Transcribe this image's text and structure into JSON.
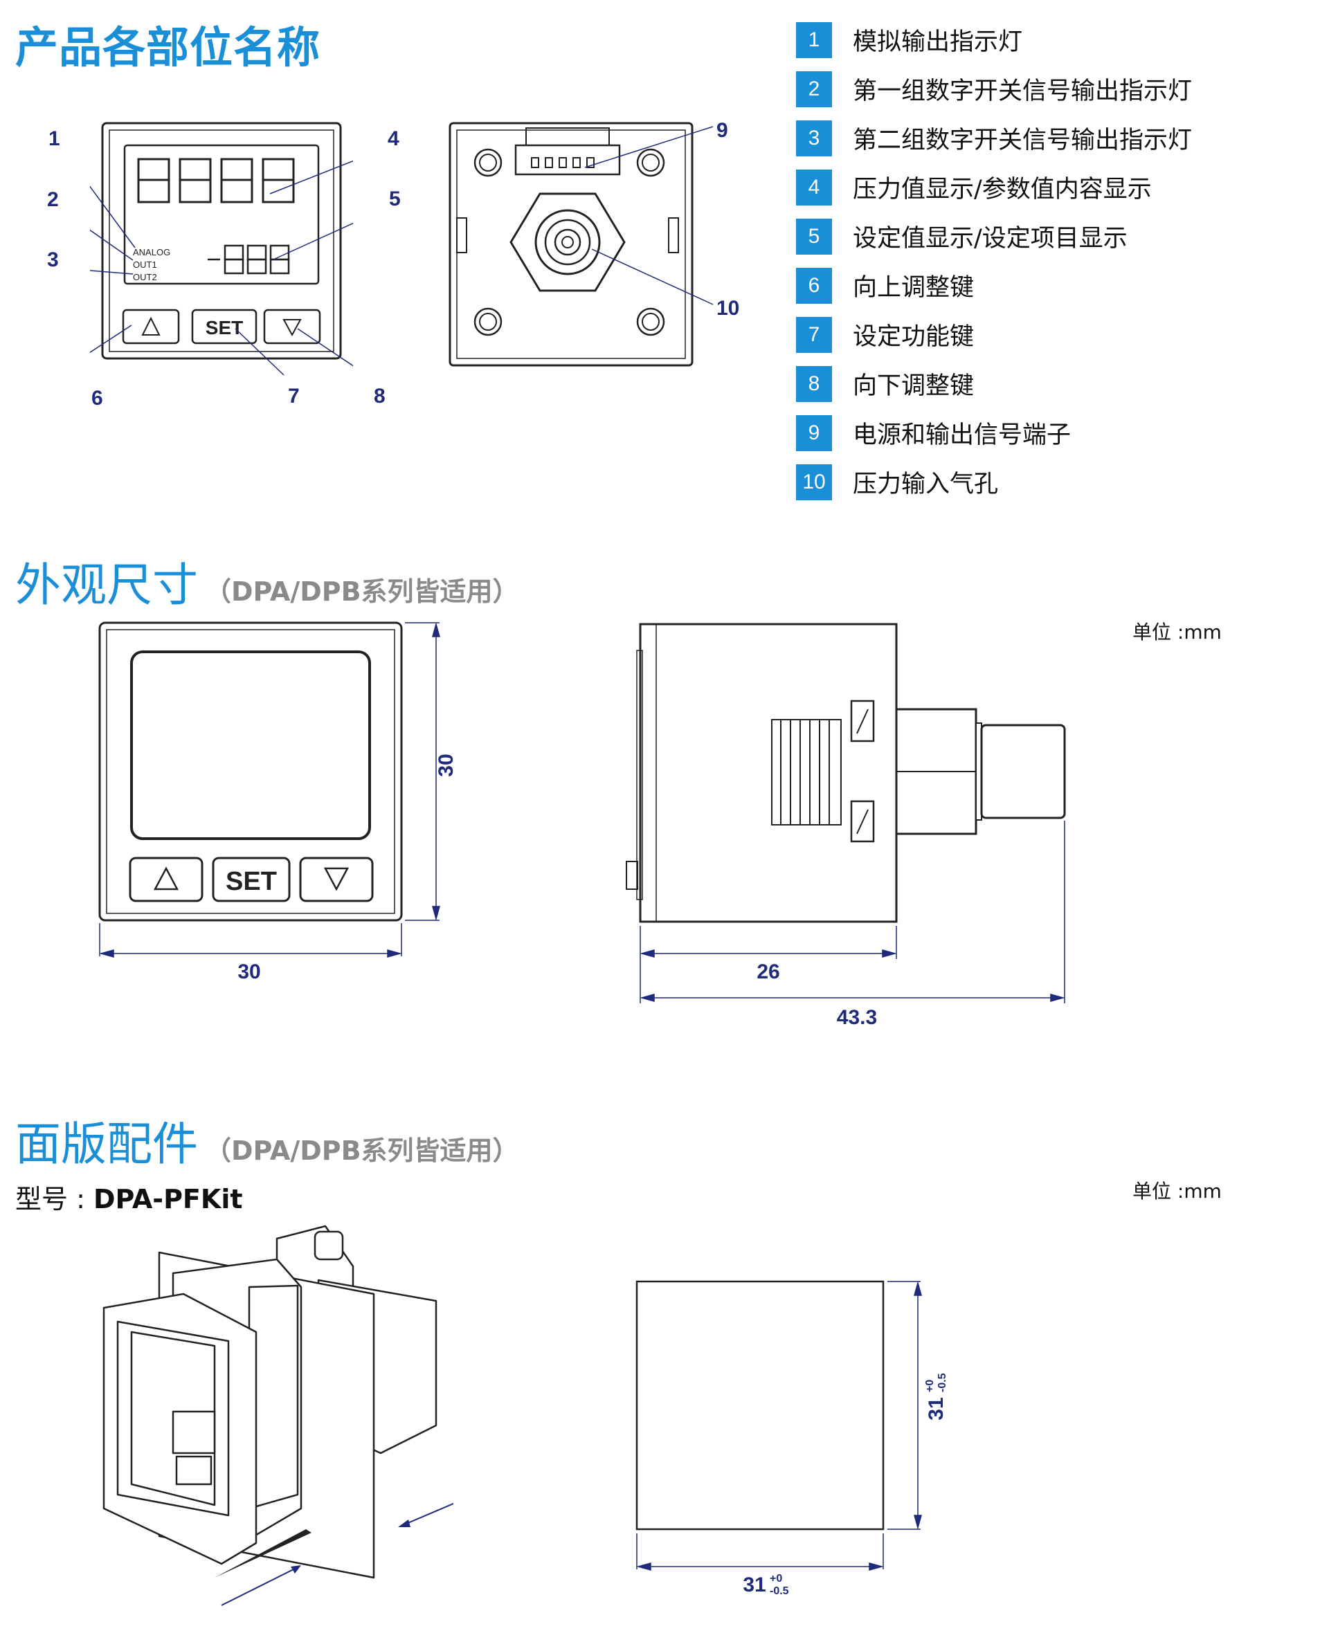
{
  "section1": {
    "title": "产品各部位名称",
    "callouts": [
      "1",
      "2",
      "3",
      "4",
      "5",
      "6",
      "7",
      "8",
      "9",
      "10"
    ],
    "indicators": [
      "ANALOG",
      "OUT1",
      "OUT2"
    ],
    "button_set": "SET",
    "legend": [
      {
        "num": "1",
        "label": "模拟输出指示灯"
      },
      {
        "num": "2",
        "label": "第一组数字开关信号输出指示灯"
      },
      {
        "num": "3",
        "label": "第二组数字开关信号输出指示灯"
      },
      {
        "num": "4",
        "label": "压力值显示/参数值内容显示"
      },
      {
        "num": "5",
        "label": "设定值显示/设定项目显示"
      },
      {
        "num": "6",
        "label": "向上调整键"
      },
      {
        "num": "7",
        "label": "设定功能键"
      },
      {
        "num": "8",
        "label": "向下调整键"
      },
      {
        "num": "9",
        "label": "电源和输出信号端子"
      },
      {
        "num": "10",
        "label": "压力输入气孔"
      }
    ]
  },
  "section2": {
    "title": "外观尺寸",
    "subtitle": "（DPA/DPB系列皆适用）",
    "unit": "单位 :mm",
    "button_set": "SET",
    "dims": {
      "height": "30",
      "width": "30",
      "depth_body": "26",
      "depth_total": "43.3"
    }
  },
  "section3": {
    "title": "面版配件",
    "subtitle": "（DPA/DPB系列皆适用）",
    "unit": "单位 :mm",
    "model_label": "型号 :",
    "model_value": "DPA-PFKit",
    "dims": {
      "base": "31",
      "tol_plus": "+0",
      "tol_minus": "-0.5"
    }
  },
  "colors": {
    "accent": "#1a8fd8",
    "dimension": "#1f2a7a",
    "subtitle": "#8a8a8a"
  }
}
